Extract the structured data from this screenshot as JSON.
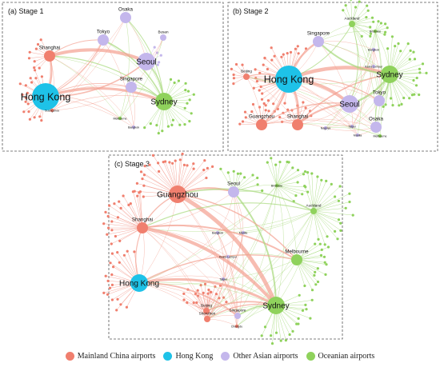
{
  "colors": {
    "mainland": "#f07f6e",
    "hongkong": "#1ec2e8",
    "asian": "#c4b7ec",
    "oceanian": "#8fd25c",
    "edge_mainland": "#f4a090",
    "edge_oceanian": "#a6d87a"
  },
  "legend": [
    {
      "label": "Mainland China airports",
      "color": "#f07f6e"
    },
    {
      "label": "Hong Kong",
      "color": "#1ec2e8"
    },
    {
      "label": "Other Asian airports",
      "color": "#c4b7ec"
    },
    {
      "label": "Oceanian airports",
      "color": "#8fd25c"
    }
  ],
  "panels": [
    {
      "title": "(a) Stage 1",
      "nodes": [
        {
          "label": "Shanghai",
          "group": "mainland",
          "size": "m"
        },
        {
          "label": "Tokyo",
          "group": "asian",
          "size": "m"
        },
        {
          "label": "Osaka",
          "group": "asian",
          "size": "m"
        },
        {
          "label": "Busan",
          "group": "asian",
          "size": "s"
        },
        {
          "label": "Seoul",
          "group": "asian",
          "size": "l"
        },
        {
          "label": "Hong Kong",
          "group": "hongkong",
          "size": "xl"
        },
        {
          "label": "Singapore",
          "group": "asian",
          "size": "m"
        },
        {
          "label": "Sydney",
          "group": "oceanian",
          "size": "l"
        },
        {
          "label": "Guangzhou",
          "group": "mainland",
          "size": "xs"
        },
        {
          "label": "Melbourne",
          "group": "oceanian",
          "size": "xs"
        },
        {
          "label": "Bangkok",
          "group": "asian",
          "size": "xs"
        }
      ]
    },
    {
      "title": "(b) Stage 2",
      "nodes": [
        {
          "label": "Singapore",
          "group": "asian",
          "size": "m"
        },
        {
          "label": "Auckland",
          "group": "oceanian",
          "size": "s"
        },
        {
          "label": "Brisbane",
          "group": "oceanian",
          "size": "xs"
        },
        {
          "label": "Bangkok",
          "group": "asian",
          "size": "xs"
        },
        {
          "label": "Kuala Lumpur",
          "group": "asian",
          "size": "xs"
        },
        {
          "label": "Hong Kong",
          "group": "hongkong",
          "size": "xl"
        },
        {
          "label": "Sydney",
          "group": "oceanian",
          "size": "l"
        },
        {
          "label": "Beijing",
          "group": "mainland",
          "size": "s"
        },
        {
          "label": "Seoul",
          "group": "asian",
          "size": "l"
        },
        {
          "label": "Tokyo",
          "group": "asian",
          "size": "m"
        },
        {
          "label": "Guangzhou",
          "group": "mainland",
          "size": "m"
        },
        {
          "label": "Shanghai",
          "group": "mainland",
          "size": "m"
        },
        {
          "label": "Osaka",
          "group": "asian",
          "size": "m"
        },
        {
          "label": "Nagoya",
          "group": "asian",
          "size": "xs"
        },
        {
          "label": "Taipei",
          "group": "asian",
          "size": "xs"
        },
        {
          "label": "Manila",
          "group": "asian",
          "size": "xs"
        },
        {
          "label": "Melbourne",
          "group": "oceanian",
          "size": "xs"
        }
      ]
    },
    {
      "title": "(c) Stage 3",
      "nodes": [
        {
          "label": "Guangzhou",
          "group": "mainland",
          "size": "l"
        },
        {
          "label": "Seoul",
          "group": "asian",
          "size": "m"
        },
        {
          "label": "Brisbane",
          "group": "oceanian",
          "size": "xs"
        },
        {
          "label": "Auckland",
          "group": "oceanian",
          "size": "s"
        },
        {
          "label": "Shanghai",
          "group": "mainland",
          "size": "m"
        },
        {
          "label": "Bangkok",
          "group": "asian",
          "size": "xs"
        },
        {
          "label": "Manila",
          "group": "asian",
          "size": "xs"
        },
        {
          "label": "Kuala Lumpur",
          "group": "asian",
          "size": "xs"
        },
        {
          "label": "Melbourne",
          "group": "oceanian",
          "size": "m"
        },
        {
          "label": "Hong Kong",
          "group": "hongkong",
          "size": "l"
        },
        {
          "label": "Taipei",
          "group": "asian",
          "size": "xs"
        },
        {
          "label": "Beijing",
          "group": "mainland",
          "size": "s"
        },
        {
          "label": "Shenzhen",
          "group": "mainland",
          "size": "s"
        },
        {
          "label": "Chengdu",
          "group": "mainland",
          "size": "xs"
        },
        {
          "label": "Singapore",
          "group": "asian",
          "size": "s"
        },
        {
          "label": "Sydney",
          "group": "oceanian",
          "size": "l"
        }
      ]
    }
  ]
}
